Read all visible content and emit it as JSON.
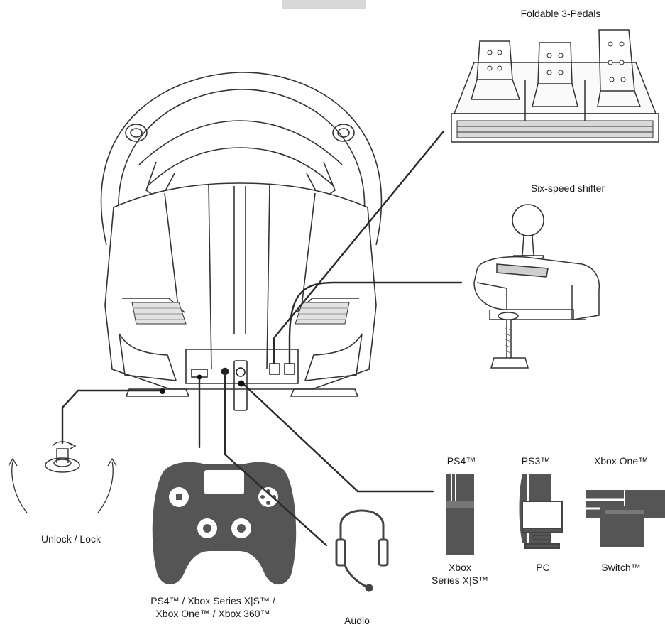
{
  "labels": {
    "pedals": "Foldable 3-Pedals",
    "shifter": "Six-speed shifter",
    "unlock": "Unlock / Lock",
    "controller_line1": "PS4™ / Xbox Series X|S™ /",
    "controller_line2": "Xbox One™ / Xbox 360™",
    "audio": "Audio",
    "ps4": "PS4™",
    "ps3": "PS3™",
    "xbox_one": "Xbox One™",
    "xbox_series_line1": "Xbox",
    "xbox_series_line2": "Series X|S™",
    "pc": "PC",
    "switch": "Switch™"
  },
  "colors": {
    "line": "#2a2a2a",
    "outline": "#333333",
    "fill_dark": "#555555",
    "fill_light": "#ededed"
  }
}
